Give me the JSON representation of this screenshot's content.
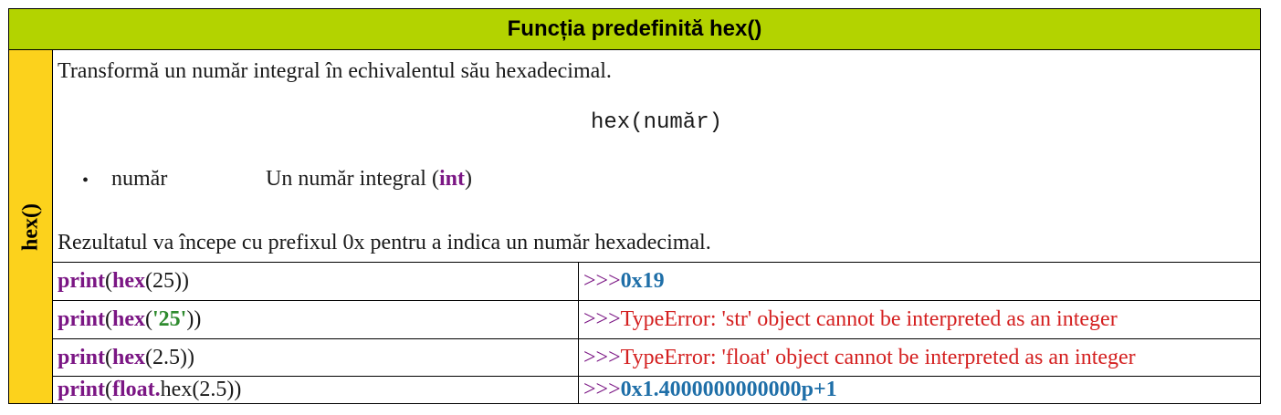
{
  "title": "Funcția predefinită hex()",
  "side_label": "hex()",
  "description": {
    "line1": "Transformă un număr integral în echivalentul său hexadecimal.",
    "signature": "hex(număr)",
    "parameter": {
      "bullet": "•",
      "name": "număr",
      "desc_prefix": "Un număr integral (",
      "desc_type": "int",
      "desc_suffix": ")"
    },
    "line2": "Rezultatul va începe cu prefixul 0x pentru a indica un număr hexadecimal."
  },
  "examples": [
    {
      "code": {
        "print": "print",
        "open1": "(",
        "fn": "hex",
        "args": "(25))"
      },
      "prompt": ">>>",
      "output": "0x19"
    },
    {
      "code": {
        "print": "print",
        "open1": "(",
        "fn": "hex",
        "open2": "(",
        "str": "'25'",
        "close": "))"
      },
      "prompt": ">>>",
      "output": "TypeError: 'str' object cannot be interpreted as an integer"
    },
    {
      "code": {
        "print": "print",
        "open1": "(",
        "fn": "hex",
        "args": "(2.5))"
      },
      "prompt": ">>>",
      "output": "TypeError: 'float' object cannot be interpreted as an integer"
    },
    {
      "code": {
        "print": "print",
        "open1": "(",
        "fn": "float",
        "dot": ".",
        "method": "hex",
        "args": "(2.5))"
      },
      "prompt": ">>>",
      "output": "0x1.4000000000000p+1"
    }
  ],
  "colors": {
    "title_bg": "#b3d300",
    "side_bg": "#fcd21c",
    "keyword": "#7b1684",
    "string": "#2e8b2e",
    "output_ok": "#1f6fa8",
    "output_error": "#d42020"
  }
}
